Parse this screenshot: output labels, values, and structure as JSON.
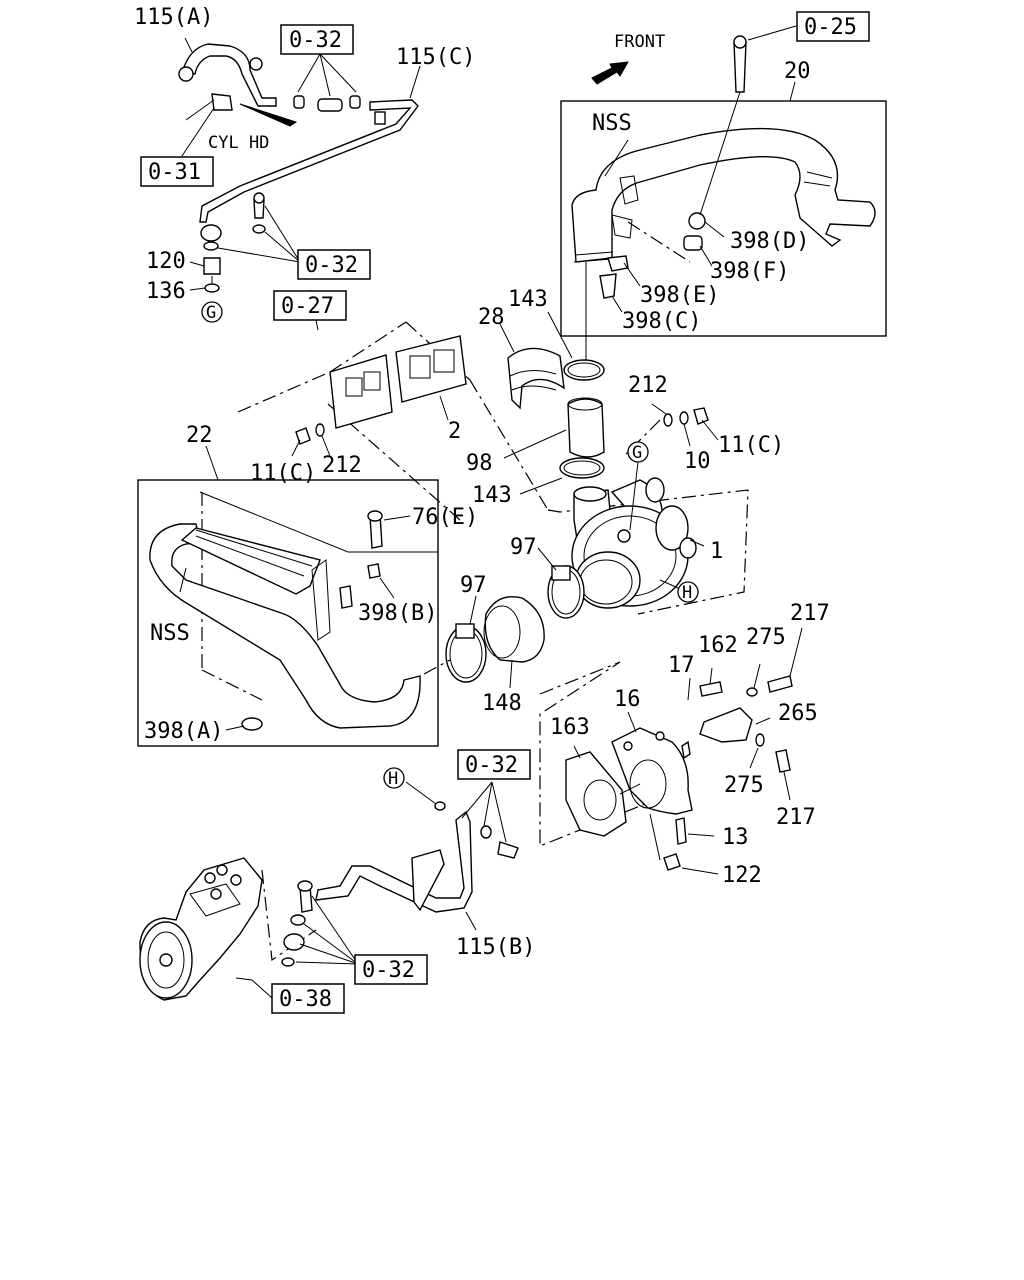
{
  "header": {
    "front_label": "FRONT",
    "cyl_hd_label": "CYL HD"
  },
  "refs": {
    "r_0_32_top": "0-32",
    "r_0_25": "0-25",
    "r_0_31": "0-31",
    "r_0_32_mid": "0-32",
    "r_0_27": "0-27",
    "r_0_32_low": "0-32",
    "r_0_32_bottom": "0-32",
    "r_0_38": "0-38"
  },
  "callouts": {
    "g_circle": "G",
    "g_circle_2": "G",
    "h_circle": "H",
    "h_circle_2": "H"
  },
  "parts": {
    "p115a": "115(A)",
    "p115c": "115(C)",
    "p115b": "115(B)",
    "p20": "20",
    "nss_top": "NSS",
    "p398d": "398(D)",
    "p398f": "398(F)",
    "p398e": "398(E)",
    "p398c": "398(C)",
    "p120": "120",
    "p136": "136",
    "p143_top": "143",
    "p28": "28",
    "p212_right": "212",
    "p2": "2",
    "p11c_left": "11(C)",
    "p212_left": "212",
    "p22": "22",
    "p98": "98",
    "p10": "10",
    "p11c_right": "11(C)",
    "p143_low": "143",
    "p76e": "76(E)",
    "p97_a": "97",
    "p97_b": "97",
    "p1": "1",
    "p398b": "398(B)",
    "nss_low": "NSS",
    "p148": "148",
    "p398a": "398(A)",
    "p217_top": "217",
    "p162": "162",
    "p275_top": "275",
    "p17": "17",
    "p16": "16",
    "p265": "265",
    "p163": "163",
    "p275_low": "275",
    "p217_low": "217",
    "p13": "13",
    "p122": "122"
  }
}
